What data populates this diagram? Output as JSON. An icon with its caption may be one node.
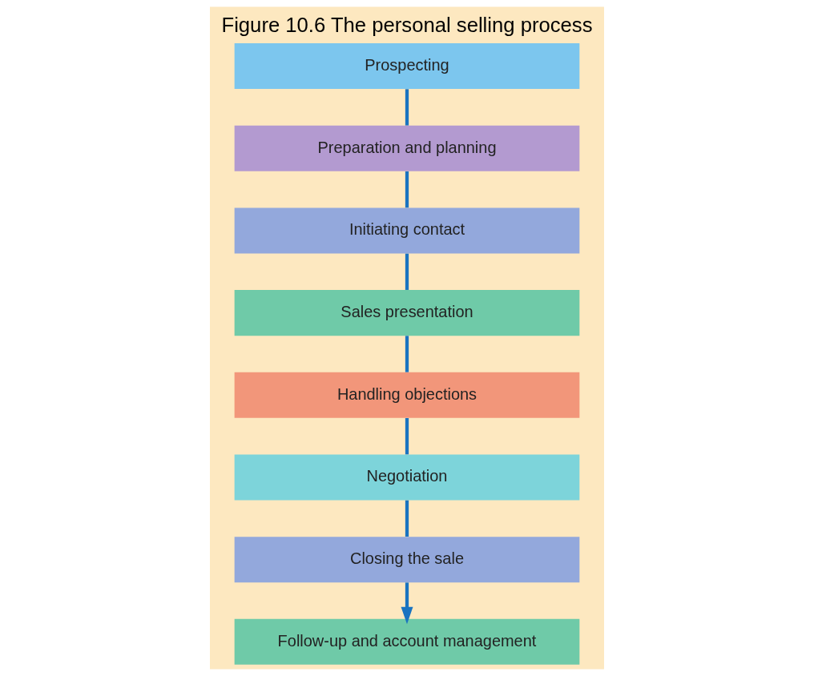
{
  "diagram": {
    "title": "Figure 10.6 The personal selling process",
    "nodes": [
      {
        "text": [
          "Prospecting"
        ]
      },
      {
        "text": [
          "Preparation and planning"
        ]
      },
      {
        "text": [
          "Initiating contact"
        ]
      },
      {
        "text": [
          "Sales presentation"
        ]
      },
      {
        "text": [
          "Handling objections"
        ]
      },
      {
        "text": [
          "Negotiation"
        ]
      },
      {
        "text": [
          "Closing the sale"
        ]
      },
      {
        "text": [
          "Follow-up and account management"
        ]
      }
    ],
    "edges": [
      {
        "from": 0,
        "to": 1,
        "arrow": "none"
      },
      {
        "from": 1,
        "to": 2,
        "arrow": "none"
      },
      {
        "from": 2,
        "to": 3,
        "arrow": "none"
      },
      {
        "from": 3,
        "to": 4,
        "arrow": "none"
      },
      {
        "from": 4,
        "to": 5,
        "arrow": "none"
      },
      {
        "from": 5,
        "to": 6,
        "arrow": "none"
      },
      {
        "from": 6,
        "to": 7,
        "arrow": "to"
      }
    ]
  }
}
